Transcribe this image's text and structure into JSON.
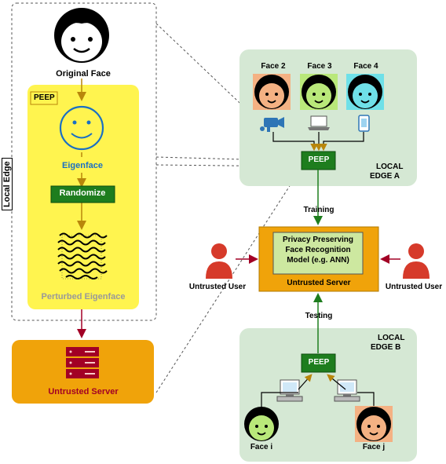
{
  "left_panel": {
    "side_label": "Local Edge",
    "original_face": "Original Face",
    "peep_tag": "PEEP",
    "eigenface": "Eigenface",
    "randomize": "Randomize",
    "perturbed": "Perturbed Eigenface",
    "server": "Untrusted Server"
  },
  "edge_a": {
    "faces": [
      "Face 2",
      "Face 3",
      "Face 4"
    ],
    "peep": "PEEP",
    "title_line1": "LOCAL",
    "title_line2": "EDGE A"
  },
  "center": {
    "training": "Training",
    "testing": "Testing",
    "model_line1": "Privacy Preserving",
    "model_line2": "Face Recognition",
    "model_line3": "Model (e.g. ANN)",
    "server": "Untrusted Server",
    "user_left": "Untrusted User",
    "user_right": "Untrusted User"
  },
  "edge_b": {
    "title_line1": "LOCAL",
    "title_line2": "EDGE B",
    "peep": "PEEP",
    "faces": [
      "Face i",
      "Face j"
    ]
  },
  "colors": {
    "yellow_panel": "#fff44f",
    "green_panel": "#d5e8d4",
    "peep_green": "#1e7d1e",
    "server_orange": "#f0a30a",
    "server_red": "#a20025",
    "user_red": "#d63a2a",
    "eigen_blue": "#1a6fc4"
  }
}
